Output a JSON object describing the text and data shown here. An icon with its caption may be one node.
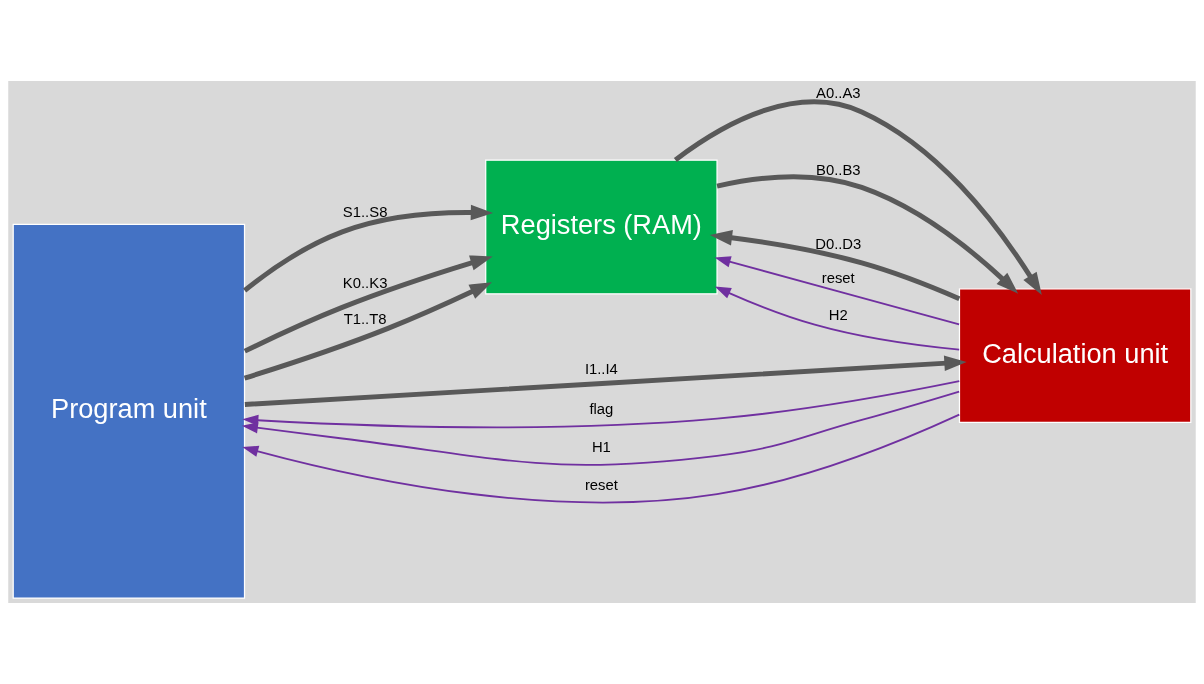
{
  "diagram": {
    "nodes": [
      {
        "text": [
          "Program unit"
        ]
      },
      {
        "text": [
          "Registers (RAM)"
        ]
      },
      {
        "text": [
          "Calculation unit"
        ]
      }
    ],
    "edges": [
      {
        "from": 0,
        "to": 1,
        "arrow": "to",
        "label": "S1..S8"
      },
      {
        "from": 0,
        "to": 1,
        "arrow": "to",
        "label": "K0..K3"
      },
      {
        "from": 0,
        "to": 1,
        "arrow": "to",
        "label": "T1..T8"
      },
      {
        "from": 1,
        "to": 2,
        "arrow": "to",
        "label": "A0..A3"
      },
      {
        "from": 1,
        "to": 2,
        "arrow": "to",
        "label": "B0..B3"
      },
      {
        "from": 2,
        "to": 1,
        "arrow": "to",
        "label": "D0..D3"
      },
      {
        "from": 2,
        "to": 1,
        "arrow": "to",
        "label": "reset",
        "color": "#7030a0"
      },
      {
        "from": 2,
        "to": 1,
        "arrow": "to",
        "label": "H2",
        "color": "#7030a0"
      },
      {
        "from": 0,
        "to": 2,
        "arrow": "to",
        "label": "I1..I4"
      },
      {
        "from": 2,
        "to": 0,
        "arrow": "to",
        "label": "flag",
        "color": "#7030a0"
      },
      {
        "from": 2,
        "to": 0,
        "arrow": "to",
        "label": "H1",
        "color": "#7030a0"
      },
      {
        "from": 2,
        "to": 0,
        "arrow": "to",
        "label": "reset",
        "color": "#7030a0"
      }
    ]
  }
}
